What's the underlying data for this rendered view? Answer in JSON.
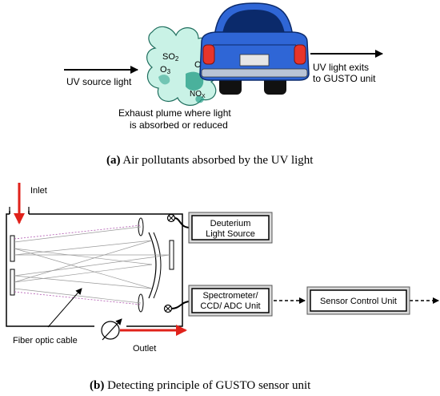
{
  "panel_a": {
    "labels": {
      "uv_source": "UV source light",
      "uv_exit_line1": "UV light exits",
      "uv_exit_line2": "to GUSTO unit",
      "plume_line1": "Exhaust plume where light",
      "plume_line2": "is absorbed or reduced"
    },
    "pollutants": {
      "so2": "SO",
      "so2_sub": "2",
      "o3": "O",
      "o3_sub": "3",
      "co": "CO",
      "nox": "NO",
      "nox_sub": "X"
    },
    "caption_prefix": "(a)",
    "caption_text": " Air pollutants absorbed by the UV light"
  },
  "panel_b": {
    "labels": {
      "inlet": "Inlet",
      "outlet": "Outlet",
      "fiber": "Fiber optic cable"
    },
    "boxes": {
      "deuterium_line1": "Deuterium",
      "deuterium_line2": "Light Source",
      "spectrometer_line1": "Spectrometer/",
      "spectrometer_line2": "CCD/ ADC Unit",
      "sensor_control": "Sensor Control Unit"
    },
    "caption_prefix": "(b)",
    "caption_text": " Detecting principle of GUSTO sensor unit"
  },
  "colors": {
    "car_body": "#2f66d6",
    "car_dark": "#0b2a6b",
    "plume": "#c9f2e6",
    "plume_dark": "#2aa08a",
    "taillight": "#e8352a",
    "outlet_arrow": "#e0221b",
    "box_fill": "#d9d9d9"
  }
}
